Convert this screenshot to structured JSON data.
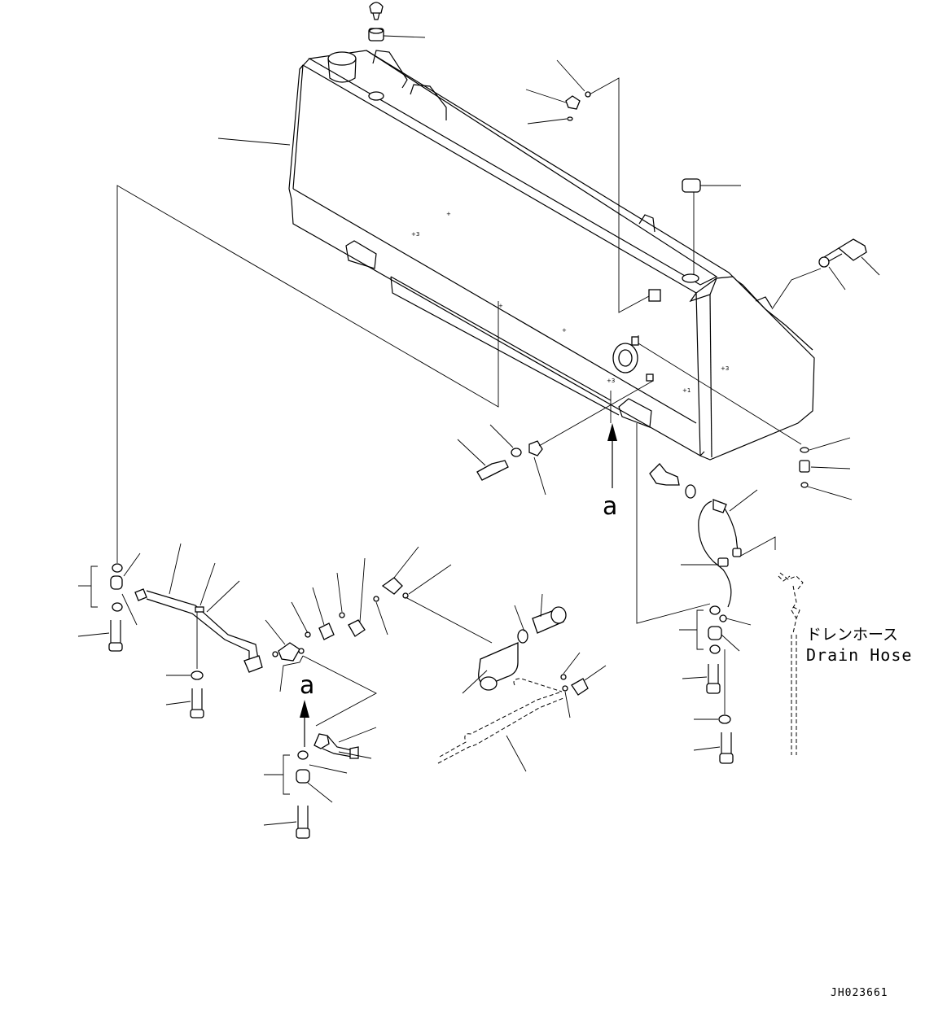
{
  "view_marker": "a",
  "drain_hose": {
    "label_jp": "ドレンホース",
    "label_en": "Drain Hose"
  },
  "drawing_id": "JH023661"
}
